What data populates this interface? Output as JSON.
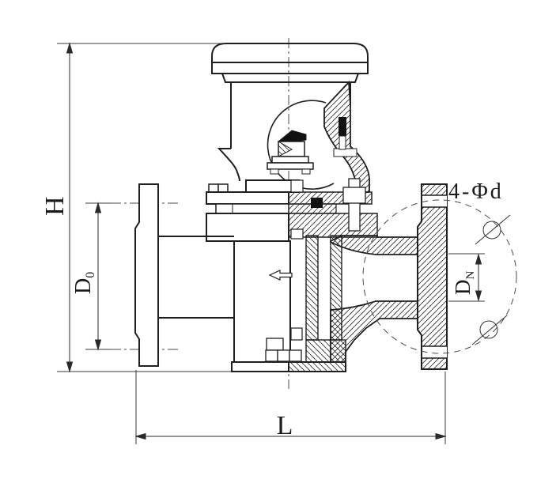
{
  "drawing": {
    "ink_color": "#1f1f1f",
    "thin_line_color": "#3a3a3a",
    "dimension_labels": {
      "height": "H",
      "bolt_circle_base": "D",
      "bolt_circle_sub": "0",
      "nominal_bore_base": "D",
      "nominal_bore_sub": "N",
      "face_to_face": "L",
      "bolt_holes_note": "4-Φd"
    }
  }
}
